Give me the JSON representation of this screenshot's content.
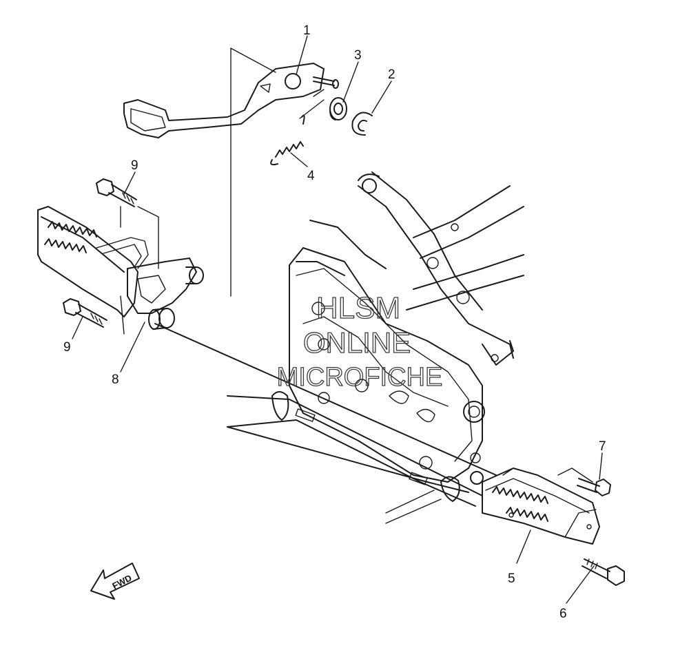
{
  "callouts": {
    "c1": "1",
    "c2": "2",
    "c3": "3",
    "c4": "4",
    "c5": "5",
    "c6": "6",
    "c7": "7",
    "c8": "8",
    "c9a": "9",
    "c9b": "9"
  },
  "fwd_label": "FWD",
  "watermark": {
    "line1": "HLSM",
    "line2": "ONLINE",
    "line3": "MICROFICHE"
  },
  "colors": {
    "ink": "#1a1a1a",
    "background": "#ffffff",
    "watermark": "#3a3a3a"
  }
}
